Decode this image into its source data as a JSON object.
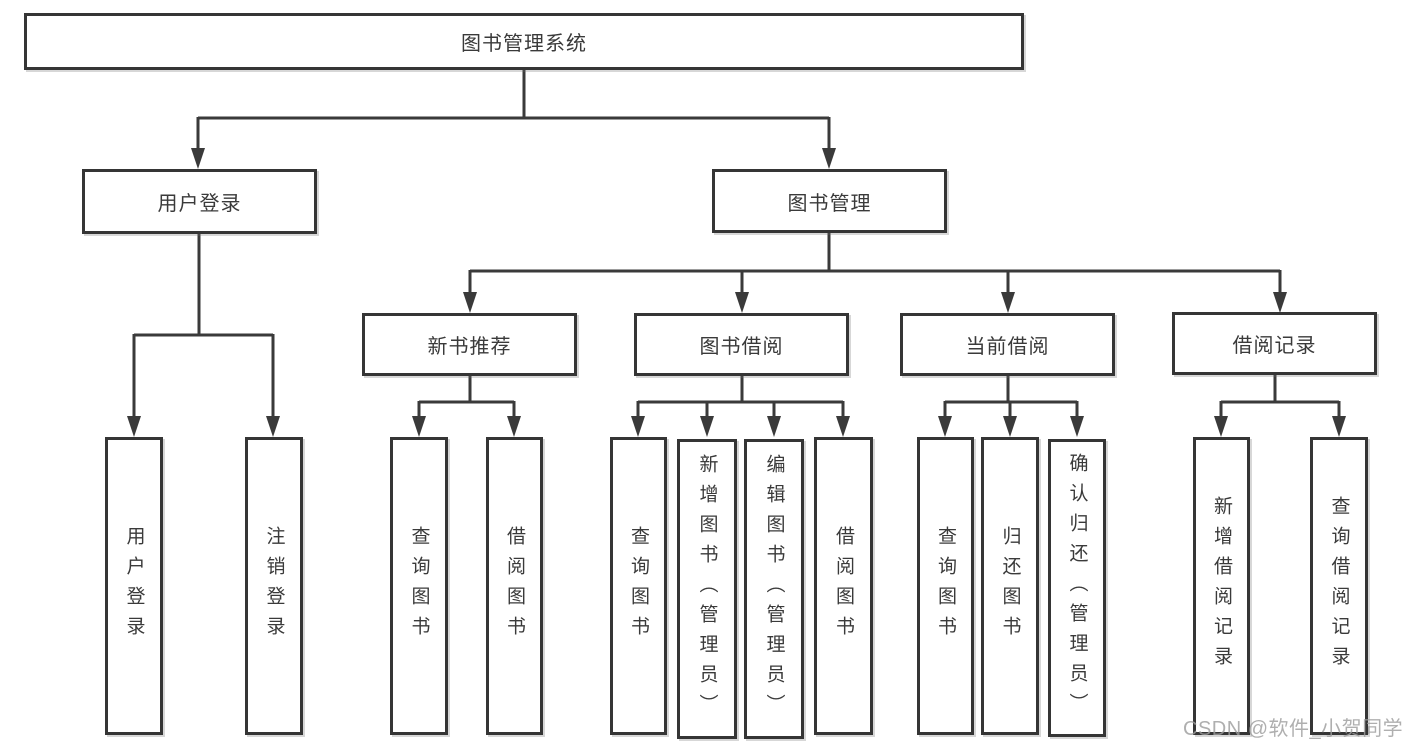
{
  "tree": {
    "root": "图书管理系统",
    "left": {
      "label": "用户登录",
      "children": [
        "用户登录",
        "注销登录"
      ]
    },
    "right": {
      "label": "图书管理",
      "groups": [
        {
          "label": "新书推荐",
          "children": [
            "查询图书",
            "借阅图书"
          ]
        },
        {
          "label": "图书借阅",
          "children": [
            "查询图书",
            "新增图书（管理员）",
            "编辑图书（管理员）",
            "借阅图书"
          ]
        },
        {
          "label": "当前借阅",
          "children": [
            "查询图书",
            "归还图书",
            "确认归还（管理员）"
          ]
        },
        {
          "label": "借阅记录",
          "children": [
            "新增借阅记录",
            "查询借阅记录"
          ]
        }
      ]
    }
  },
  "watermark": "CSDN @软件_小贺同学",
  "colors": {
    "line": "#3a3a3a",
    "box_border": "#353535",
    "text": "#3a3a3a",
    "background": "#ffffff",
    "watermark": "#9e9e9e"
  }
}
